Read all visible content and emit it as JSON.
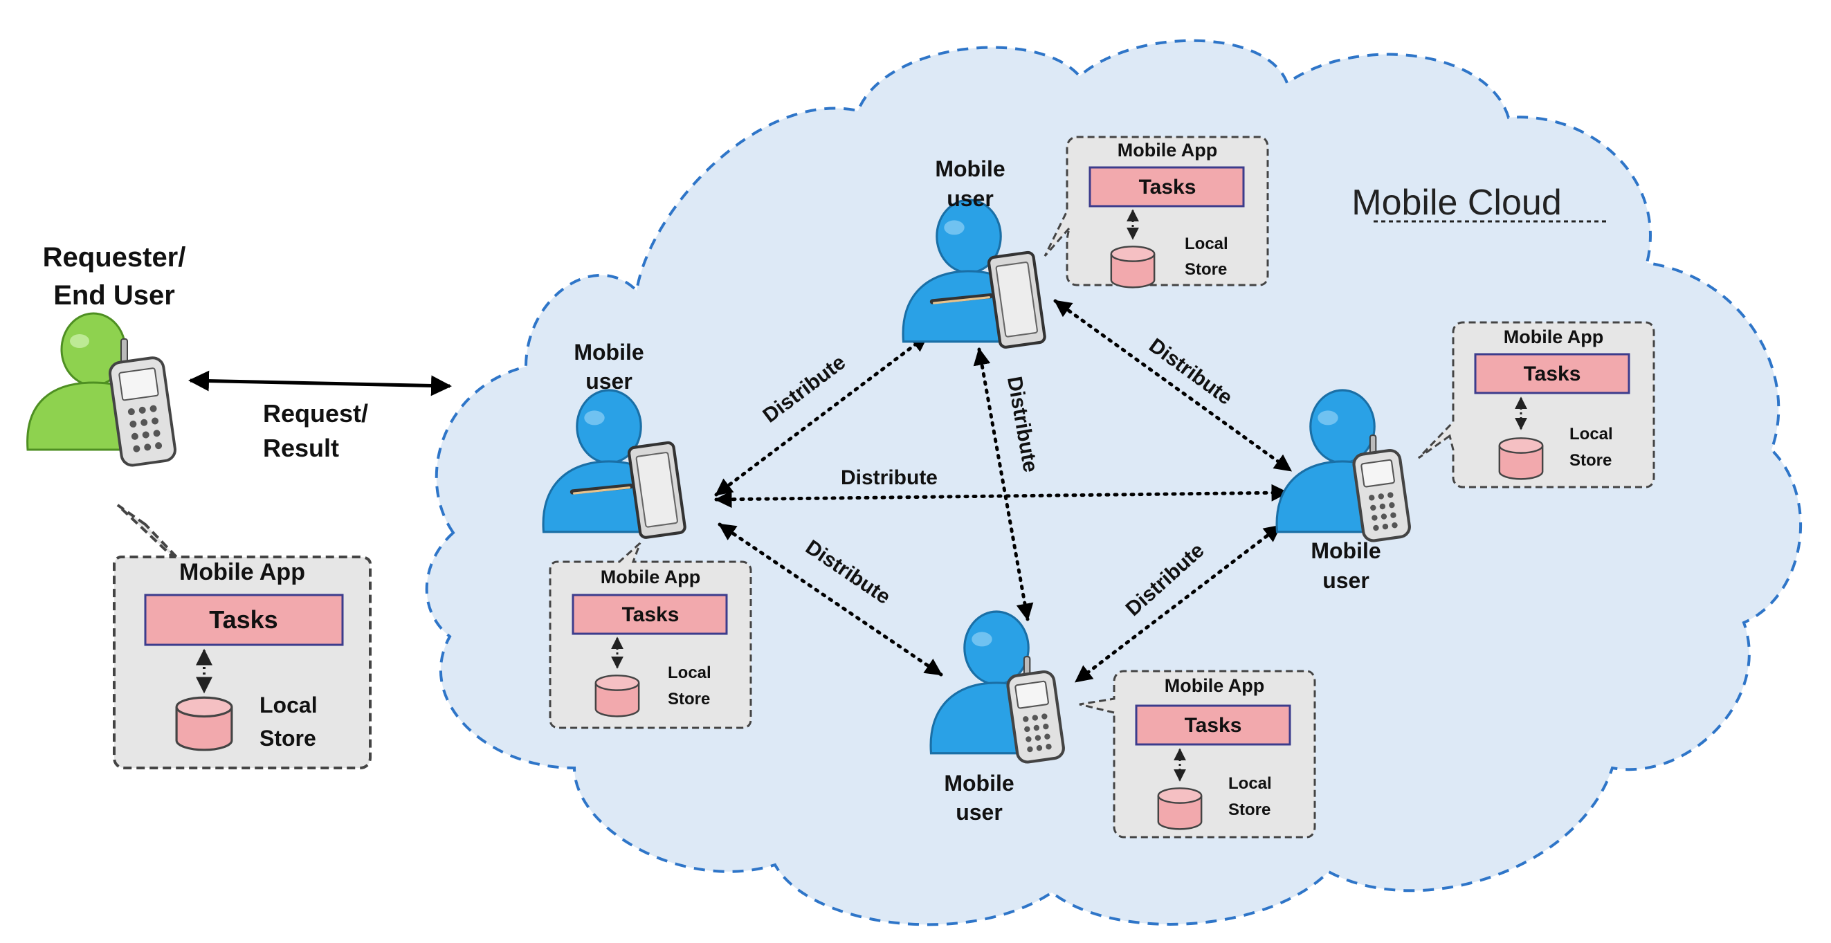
{
  "cloud_title": "Mobile Cloud",
  "requester": {
    "label_line1": "Requester/",
    "label_line2": "End User",
    "link_line1": "Request/",
    "link_line2": "Result"
  },
  "user_label": {
    "line1": "Mobile",
    "line2": "user"
  },
  "distribute_label": "Distribute",
  "app_box": {
    "title": "Mobile App",
    "tasks": "Tasks",
    "store_line1": "Local",
    "store_line2": "Store"
  },
  "colors": {
    "cloud_fill": "#dde9f6",
    "cloud_border": "#2e75c8",
    "requester_person": "#8ed24f",
    "mobile_user_person": "#2aa1e6",
    "tasks_fill": "#f2a9ad",
    "app_box_fill": "#e6e6e6",
    "device": "#dcdcdc"
  },
  "icons": {
    "requester": "person-with-phone-icon",
    "mobile_user_tablet": "person-with-tablet-icon",
    "mobile_user_phone": "person-with-phone-icon",
    "local_store": "database-cylinder-icon"
  }
}
